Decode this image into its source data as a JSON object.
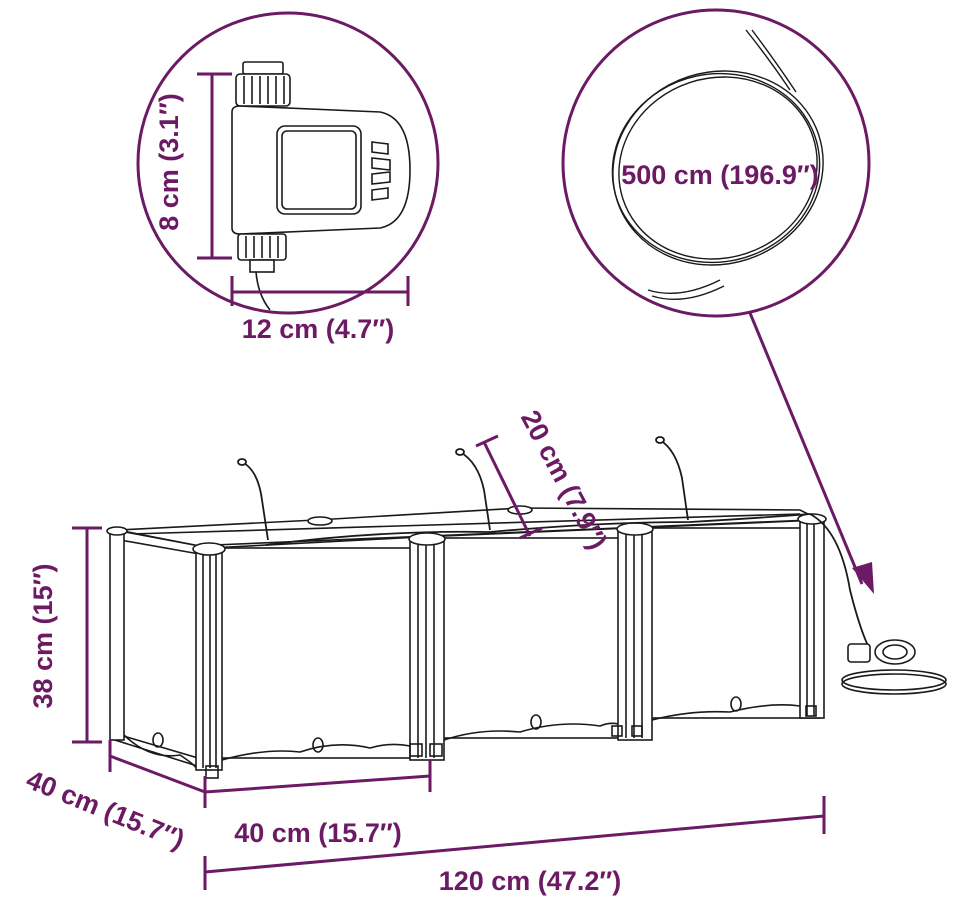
{
  "colors": {
    "accent": "#6b1a63",
    "line": "#1a1a1a"
  },
  "labels": {
    "timer_height": "8 cm (3.1″)",
    "timer_width": "12 cm (4.7″)",
    "hose_length": "500 cm (196.9″)",
    "stake_height": "20 cm (7.9″)",
    "box_height": "38 cm (15″)",
    "box_depth": "40 cm (15.7″)",
    "section_width": "40 cm (15.7″)",
    "total_width": "120 cm (47.2″)"
  }
}
